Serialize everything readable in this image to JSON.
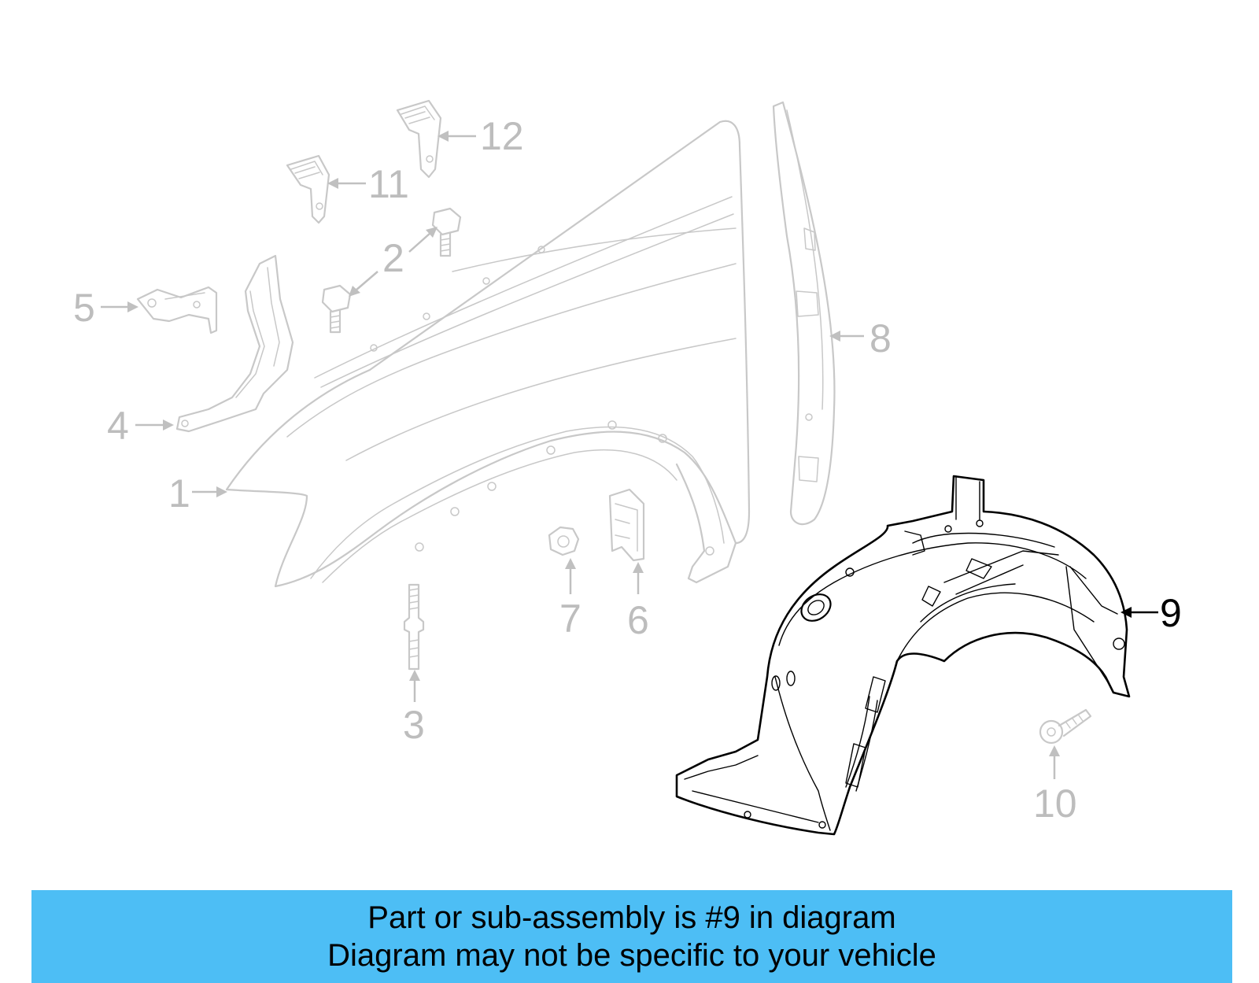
{
  "callouts": [
    {
      "id": "1",
      "label": "1"
    },
    {
      "id": "2",
      "label": "2"
    },
    {
      "id": "3",
      "label": "3"
    },
    {
      "id": "4",
      "label": "4"
    },
    {
      "id": "5",
      "label": "5"
    },
    {
      "id": "6",
      "label": "6"
    },
    {
      "id": "7",
      "label": "7"
    },
    {
      "id": "8",
      "label": "8"
    },
    {
      "id": "9",
      "label": "9"
    },
    {
      "id": "10",
      "label": "10"
    },
    {
      "id": "11",
      "label": "11"
    },
    {
      "id": "12",
      "label": "12"
    }
  ],
  "highlight": {
    "part": "9",
    "fill_color": "#33c3f0",
    "banner_color": "#4dbef5"
  },
  "banner": {
    "line1": "Part or sub-assembly is #9 in diagram",
    "line2": "Diagram may not be specific to your vehicle"
  }
}
